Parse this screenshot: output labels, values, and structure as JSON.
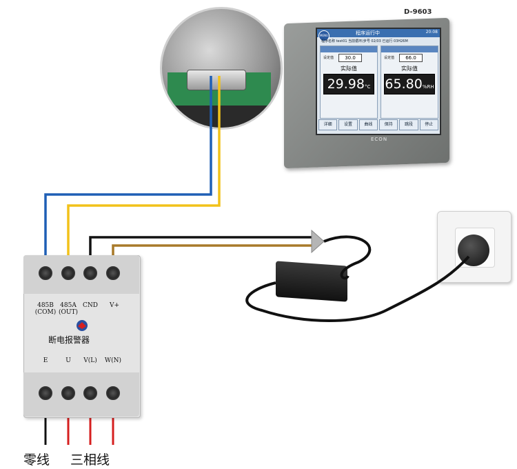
{
  "hmi": {
    "model": "D-9603",
    "brand": "ECON",
    "screen": {
      "title": "程序运行中",
      "time": "20:08",
      "info": "程序名称 test01   当前循环/步号 02/03   已运行 03H26M",
      "menu_badge": "MENU",
      "left_panel": {
        "sv_label": "设定值",
        "sv_value": "30.0",
        "pv_label": "实际值",
        "pv_value": "29.98",
        "unit": "°C"
      },
      "right_panel": {
        "sv_label": "设定值",
        "sv_value": "66.0",
        "pv_label": "实际值",
        "pv_value": "65.80",
        "unit": "%RH"
      },
      "buttons": [
        "详细",
        "设置",
        "曲线",
        "保持",
        "跳段",
        "停止"
      ]
    }
  },
  "alarm_module": {
    "title": "断电报警器",
    "top_terminals": [
      {
        "label": "485B",
        "sub": "(COM)"
      },
      {
        "label": "485A",
        "sub": "(OUT)"
      },
      {
        "label": "CND",
        "sub": ""
      },
      {
        "label": "V+",
        "sub": ""
      }
    ],
    "bottom_terminals": [
      {
        "label": "E"
      },
      {
        "label": "U"
      },
      {
        "label": "V(L)"
      },
      {
        "label": "W(N)"
      }
    ]
  },
  "bottom_labels": {
    "neutral": "零线",
    "three_phase": "三相线"
  },
  "colors": {
    "wire_blue": "#1f5fb5",
    "wire_yellow": "#f2c21a",
    "wire_black": "#111111",
    "wire_brown": "#a87a2a",
    "wire_red": "#d61f1f"
  }
}
